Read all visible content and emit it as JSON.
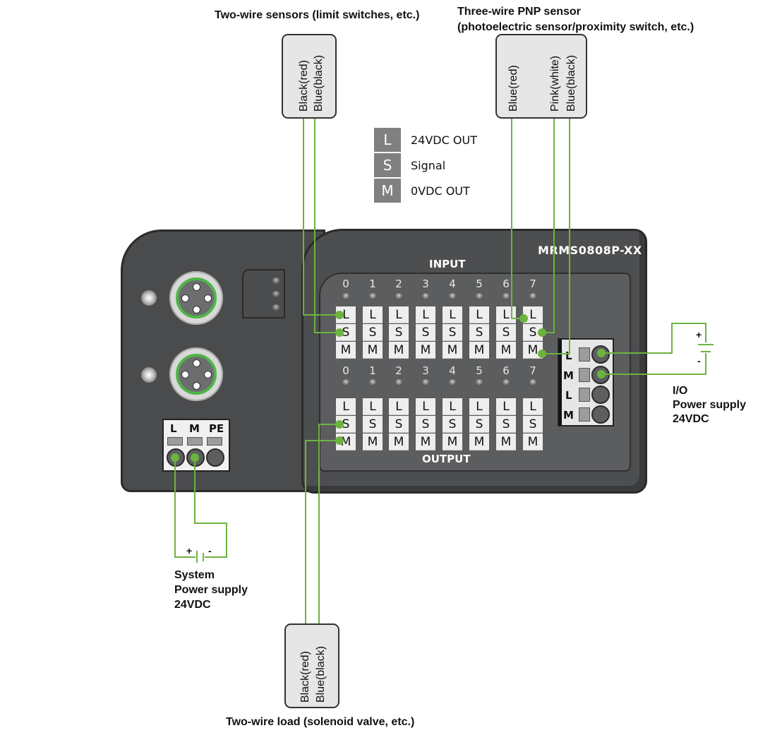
{
  "captions": {
    "two_wire_sensors": "Two-wire sensors (limit switches, etc.)",
    "three_wire_sensor_line1": "Three-wire PNP sensor",
    "three_wire_sensor_line2": "(photoelectric sensor/proximity switch, etc.)",
    "two_wire_load": "Two-wire load (solenoid valve, etc.)"
  },
  "devices": {
    "two_wire_sensor": {
      "wires": [
        "Black(red)",
        "Blue(black)"
      ]
    },
    "three_wire_sensor": {
      "wires": [
        "Blue(red)",
        "Pink(white)",
        "Blue(black)"
      ]
    },
    "two_wire_load": {
      "wires": [
        "Black(red)",
        "Blue(black)"
      ]
    }
  },
  "legend": [
    {
      "key": "L",
      "text": "24VDC OUT"
    },
    {
      "key": "S",
      "text": "Signal"
    },
    {
      "key": "M",
      "text": "0VDC OUT"
    }
  ],
  "module": {
    "name": "MRMS0808P-XX",
    "input_label": "INPUT",
    "output_label": "OUTPUT",
    "channels": [
      "0",
      "1",
      "2",
      "3",
      "4",
      "5",
      "6",
      "7"
    ],
    "pin_rows": [
      "L",
      "S",
      "M"
    ],
    "system_terminal": [
      "L",
      "M",
      "PE"
    ],
    "io_terminal": [
      "L",
      "M",
      "L",
      "M"
    ]
  },
  "power_supplies": {
    "system": {
      "line1": "System",
      "line2": "Power supply",
      "line3": "24VDC",
      "plus": "+",
      "minus": "-"
    },
    "io": {
      "line1": "I/O",
      "line2": "Power supply",
      "line3": "24VDC",
      "plus": "+",
      "minus": "-"
    }
  },
  "colors": {
    "wire": "#6db33f",
    "module_body": "#4d4e50",
    "connector_ring": "#4fb548",
    "legend_key": "#808080"
  }
}
